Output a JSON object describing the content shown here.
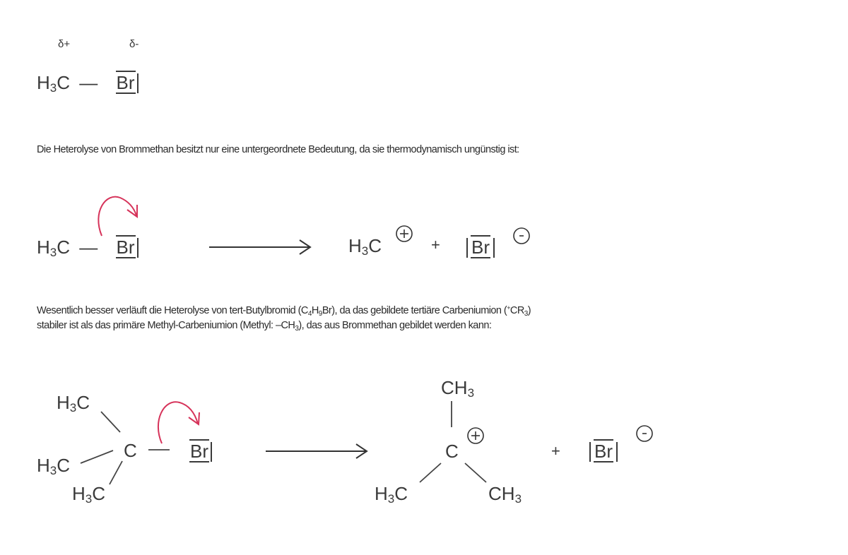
{
  "colors": {
    "text": "#333333",
    "arrow_red": "#d6335a",
    "bond": "#444444"
  },
  "section1": {
    "partial_charges": {
      "carbon": "δ+",
      "bromine": "δ-"
    },
    "molecule": {
      "methyl": "H",
      "methyl_sub": "3",
      "methyl_c": "C",
      "bond": "—",
      "bromine": "Br"
    }
  },
  "paragraph1": "Die Heterolyse von Brommethan besitzt nur eine untergeordnete Bedeutung, da sie thermodynamisch ungünstig ist:",
  "reaction1": {
    "reactant": {
      "methyl": "H",
      "methyl_sub": "3",
      "methyl_c": "C",
      "bond": "—",
      "bromine": "Br"
    },
    "product_cation": {
      "h": "H",
      "sub": "3",
      "c": "C",
      "charge": "+"
    },
    "plus": "+",
    "product_anion": {
      "bromine": "Br",
      "charge": "-"
    }
  },
  "paragraph2": {
    "line1_a": "Wesentlich besser verläuft die Heterolyse von tert-Butylbromid (C",
    "line1_sub1": "4",
    "line1_b": "H",
    "line1_sub2": "9",
    "line1_c": "Br), da das gebildete tertiäre Carbeniumion (",
    "line1_sup": "+",
    "line1_d": "CR",
    "line1_sub3": "3",
    "line1_e": ")",
    "line2_a": "stabiler ist als das primäre Methyl-Carbeniumion (Methyl: –CH",
    "line2_sub": "3",
    "line2_b": "), das aus Brommethan gebildet werden kann:"
  },
  "reaction2": {
    "reactant": {
      "methyl_top": {
        "h": "H",
        "sub": "3",
        "c": "C"
      },
      "methyl_mid": {
        "h": "H",
        "sub": "3",
        "c": "C"
      },
      "methyl_bot": {
        "h": "H",
        "sub": "3",
        "c": "C"
      },
      "center": "C",
      "bond": "—",
      "bromine": "Br"
    },
    "product_cation": {
      "top": {
        "ch": "CH",
        "sub": "3"
      },
      "center": "C",
      "charge": "+",
      "left": {
        "h": "H",
        "sub": "3",
        "c": "C"
      },
      "right": {
        "ch": "CH",
        "sub": "3"
      }
    },
    "plus": "+",
    "product_anion": {
      "bromine": "Br",
      "charge": "-"
    }
  }
}
